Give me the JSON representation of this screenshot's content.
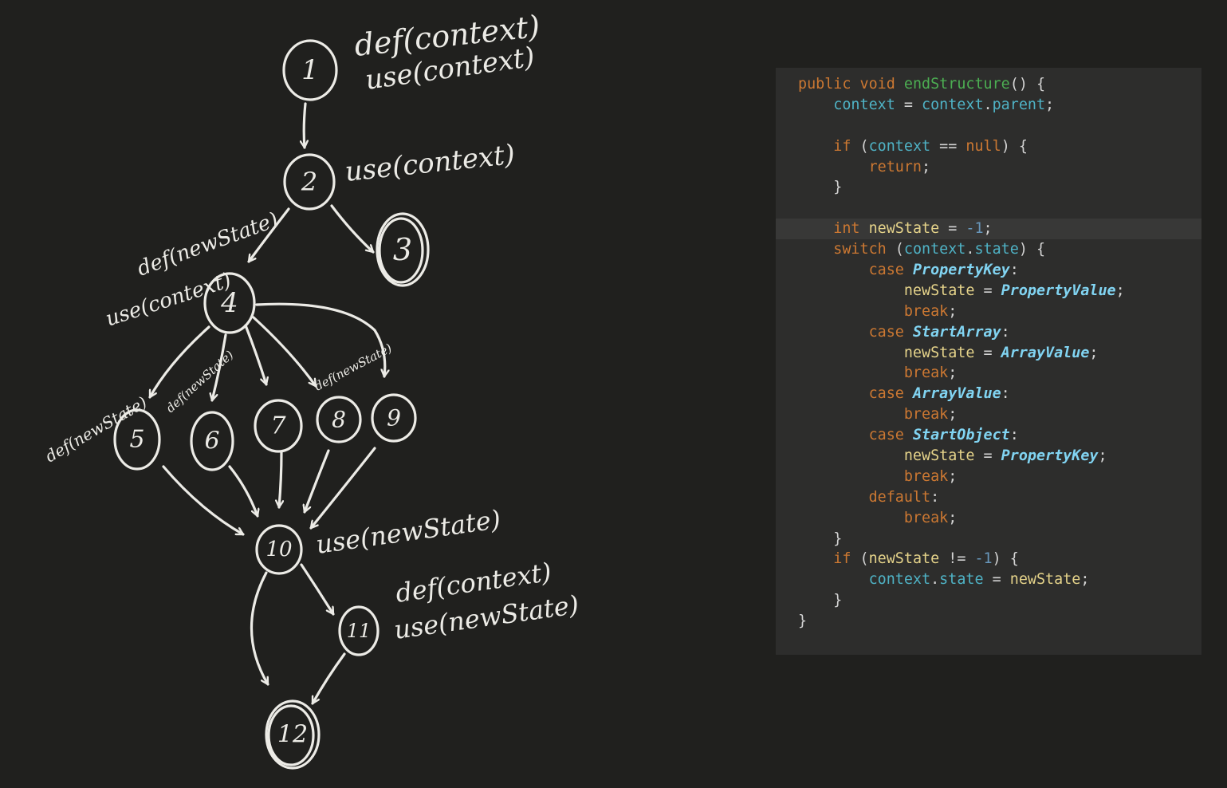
{
  "graph": {
    "nodes": [
      {
        "id": "1",
        "label": "1"
      },
      {
        "id": "2",
        "label": "2"
      },
      {
        "id": "3",
        "label": "3"
      },
      {
        "id": "4",
        "label": "4"
      },
      {
        "id": "5",
        "label": "5"
      },
      {
        "id": "6",
        "label": "6"
      },
      {
        "id": "7",
        "label": "7"
      },
      {
        "id": "8",
        "label": "8"
      },
      {
        "id": "9",
        "label": "9"
      },
      {
        "id": "10",
        "label": "10"
      },
      {
        "id": "11",
        "label": "11"
      },
      {
        "id": "12",
        "label": "12"
      }
    ],
    "edges": [
      [
        "1",
        "2"
      ],
      [
        "2",
        "3"
      ],
      [
        "2",
        "4"
      ],
      [
        "4",
        "5"
      ],
      [
        "4",
        "6"
      ],
      [
        "4",
        "7"
      ],
      [
        "4",
        "8"
      ],
      [
        "4",
        "9"
      ],
      [
        "5",
        "10"
      ],
      [
        "6",
        "10"
      ],
      [
        "7",
        "10"
      ],
      [
        "8",
        "10"
      ],
      [
        "9",
        "10"
      ],
      [
        "10",
        "11"
      ],
      [
        "10",
        "12"
      ],
      [
        "11",
        "12"
      ]
    ],
    "annotations": {
      "n1_def": "def(context)",
      "n1_use": "use(context)",
      "n2_use": "use(context)",
      "e24_def": "def(newState)",
      "n4_use": "use(context)",
      "n5_def": "def(newState)",
      "e46_def": "def(newState)",
      "e48_def": "def(newState)",
      "n10_use": "use(newState)",
      "n11_def": "def(context)",
      "n11_use": "use(newState)"
    }
  },
  "code": {
    "highlighted_line": 8,
    "lines": [
      [
        [
          "kw",
          "public "
        ],
        [
          "kw",
          "void "
        ],
        [
          "fn",
          "endStructure"
        ],
        [
          "punc",
          "() {"
        ]
      ],
      [
        [
          "var",
          "    context"
        ],
        [
          "punc",
          " = "
        ],
        [
          "var",
          "context"
        ],
        [
          "punc",
          "."
        ],
        [
          "var",
          "parent"
        ],
        [
          "punc",
          ";"
        ]
      ],
      [],
      [
        [
          "kw",
          "    if "
        ],
        [
          "punc",
          "("
        ],
        [
          "var",
          "context"
        ],
        [
          "punc",
          " == "
        ],
        [
          "kw",
          "null"
        ],
        [
          "punc",
          ") {"
        ]
      ],
      [
        [
          "kw",
          "        return"
        ],
        [
          "punc",
          ";"
        ]
      ],
      [
        [
          "punc",
          "    }"
        ]
      ],
      [],
      [
        [
          "kw",
          "    int "
        ],
        [
          "loc",
          "newState"
        ],
        [
          "punc",
          " = "
        ],
        [
          "num",
          "-1"
        ],
        [
          "punc",
          ";"
        ]
      ],
      [
        [
          "kw",
          "    switch "
        ],
        [
          "punc",
          "("
        ],
        [
          "var",
          "context"
        ],
        [
          "punc",
          "."
        ],
        [
          "var",
          "state"
        ],
        [
          "punc",
          ") {"
        ]
      ],
      [
        [
          "kw",
          "        case "
        ],
        [
          "const",
          "PropertyKey"
        ],
        [
          "punc",
          ":"
        ]
      ],
      [
        [
          "loc",
          "            newState"
        ],
        [
          "punc",
          " = "
        ],
        [
          "const",
          "PropertyValue"
        ],
        [
          "punc",
          ";"
        ]
      ],
      [
        [
          "kw",
          "            break"
        ],
        [
          "punc",
          ";"
        ]
      ],
      [
        [
          "kw",
          "        case "
        ],
        [
          "const",
          "StartArray"
        ],
        [
          "punc",
          ":"
        ]
      ],
      [
        [
          "loc",
          "            newState"
        ],
        [
          "punc",
          " = "
        ],
        [
          "const",
          "ArrayValue"
        ],
        [
          "punc",
          ";"
        ]
      ],
      [
        [
          "kw",
          "            break"
        ],
        [
          "punc",
          ";"
        ]
      ],
      [
        [
          "kw",
          "        case "
        ],
        [
          "const",
          "ArrayValue"
        ],
        [
          "punc",
          ":"
        ]
      ],
      [
        [
          "kw",
          "            break"
        ],
        [
          "punc",
          ";"
        ]
      ],
      [
        [
          "kw",
          "        case "
        ],
        [
          "const",
          "StartObject"
        ],
        [
          "punc",
          ":"
        ]
      ],
      [
        [
          "loc",
          "            newState"
        ],
        [
          "punc",
          " = "
        ],
        [
          "const",
          "PropertyKey"
        ],
        [
          "punc",
          ";"
        ]
      ],
      [
        [
          "kw",
          "            break"
        ],
        [
          "punc",
          ";"
        ]
      ],
      [
        [
          "kw",
          "        default"
        ],
        [
          "punc",
          ":"
        ]
      ],
      [
        [
          "kw",
          "            break"
        ],
        [
          "punc",
          ";"
        ]
      ],
      [
        [
          "punc",
          "    }"
        ]
      ],
      [
        [
          "kw",
          "    if "
        ],
        [
          "punc",
          "("
        ],
        [
          "loc",
          "newState"
        ],
        [
          "punc",
          " != "
        ],
        [
          "num",
          "-1"
        ],
        [
          "punc",
          ") {"
        ]
      ],
      [
        [
          "var",
          "        context"
        ],
        [
          "punc",
          "."
        ],
        [
          "var",
          "state"
        ],
        [
          "punc",
          " = "
        ],
        [
          "loc",
          "newState"
        ],
        [
          "punc",
          ";"
        ]
      ],
      [
        [
          "punc",
          "    }"
        ]
      ],
      [
        [
          "punc",
          "}"
        ]
      ]
    ]
  }
}
